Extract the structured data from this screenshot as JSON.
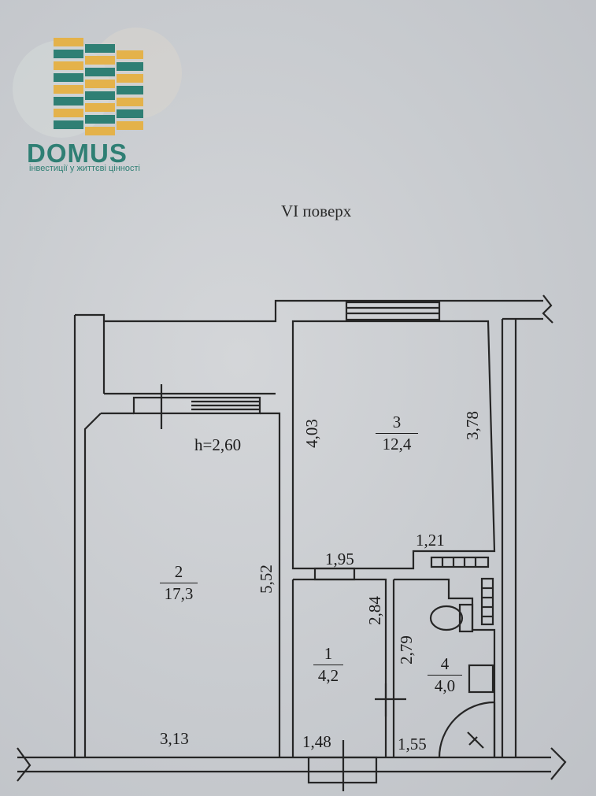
{
  "logo": {
    "name": "DOMUS",
    "tagline": "інвестиції у життєві цінності",
    "colors": {
      "green": "#2f7f74",
      "yellow": "#e4b24a"
    }
  },
  "plan": {
    "floor": "VI поверх",
    "ceiling_height": "h=2,60",
    "rooms": [
      {
        "number": "1",
        "area": "4,2"
      },
      {
        "number": "2",
        "area": "17,3"
      },
      {
        "number": "3",
        "area": "12,4"
      },
      {
        "number": "4",
        "area": "4,0"
      }
    ],
    "dimensions": {
      "room3_left": "4,03",
      "room3_right": "3,78",
      "room3_bottom_right": "1,21",
      "room3_bottom": "1,95",
      "room2_right": "5,52",
      "room2_bottom": "3,13",
      "room1_right": "2,84",
      "room1_bottom": "1,48",
      "room4_left": "2,79",
      "room4_bottom": "1,55"
    }
  }
}
